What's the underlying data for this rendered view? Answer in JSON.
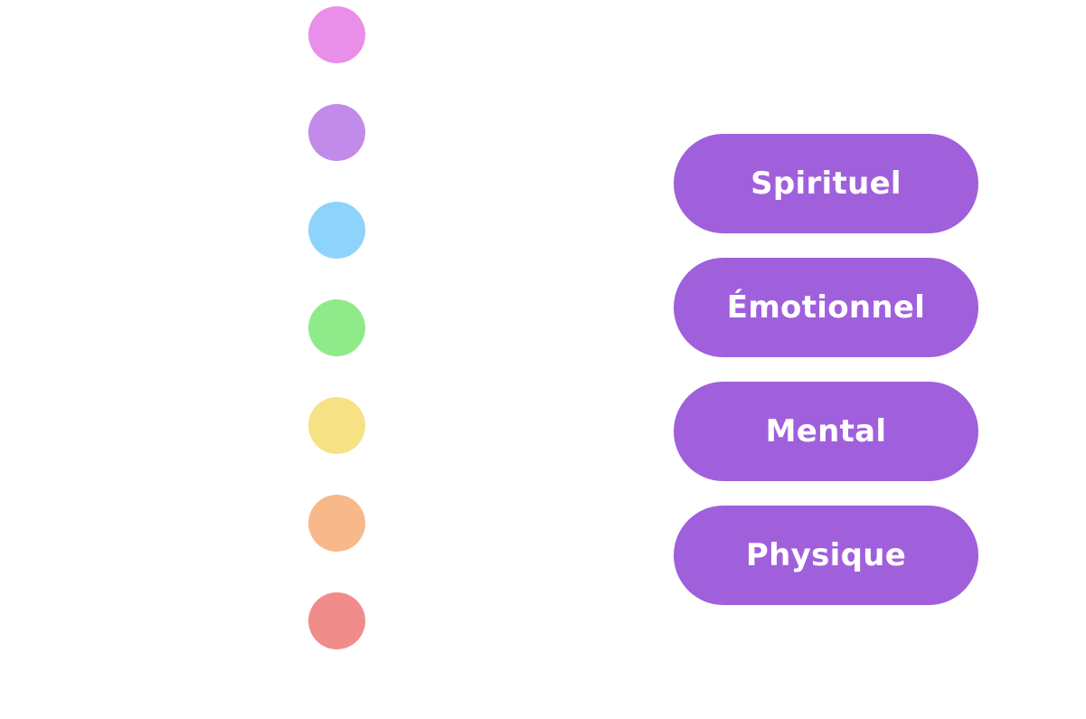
{
  "chakras": [
    {
      "color": "#e98ee9"
    },
    {
      "color": "#c28be9"
    },
    {
      "color": "#8ed3fb"
    },
    {
      "color": "#8feb8a"
    },
    {
      "color": "#f6e285"
    },
    {
      "color": "#f7b98a"
    },
    {
      "color": "#f08c8a"
    }
  ],
  "levels": [
    {
      "label": "Spirituel"
    },
    {
      "label": "Émotionnel"
    },
    {
      "label": "Mental"
    },
    {
      "label": "Physique"
    }
  ],
  "colors": {
    "pill_background": "#a060dc",
    "pill_text": "#ffffff",
    "background": "#ffffff"
  }
}
